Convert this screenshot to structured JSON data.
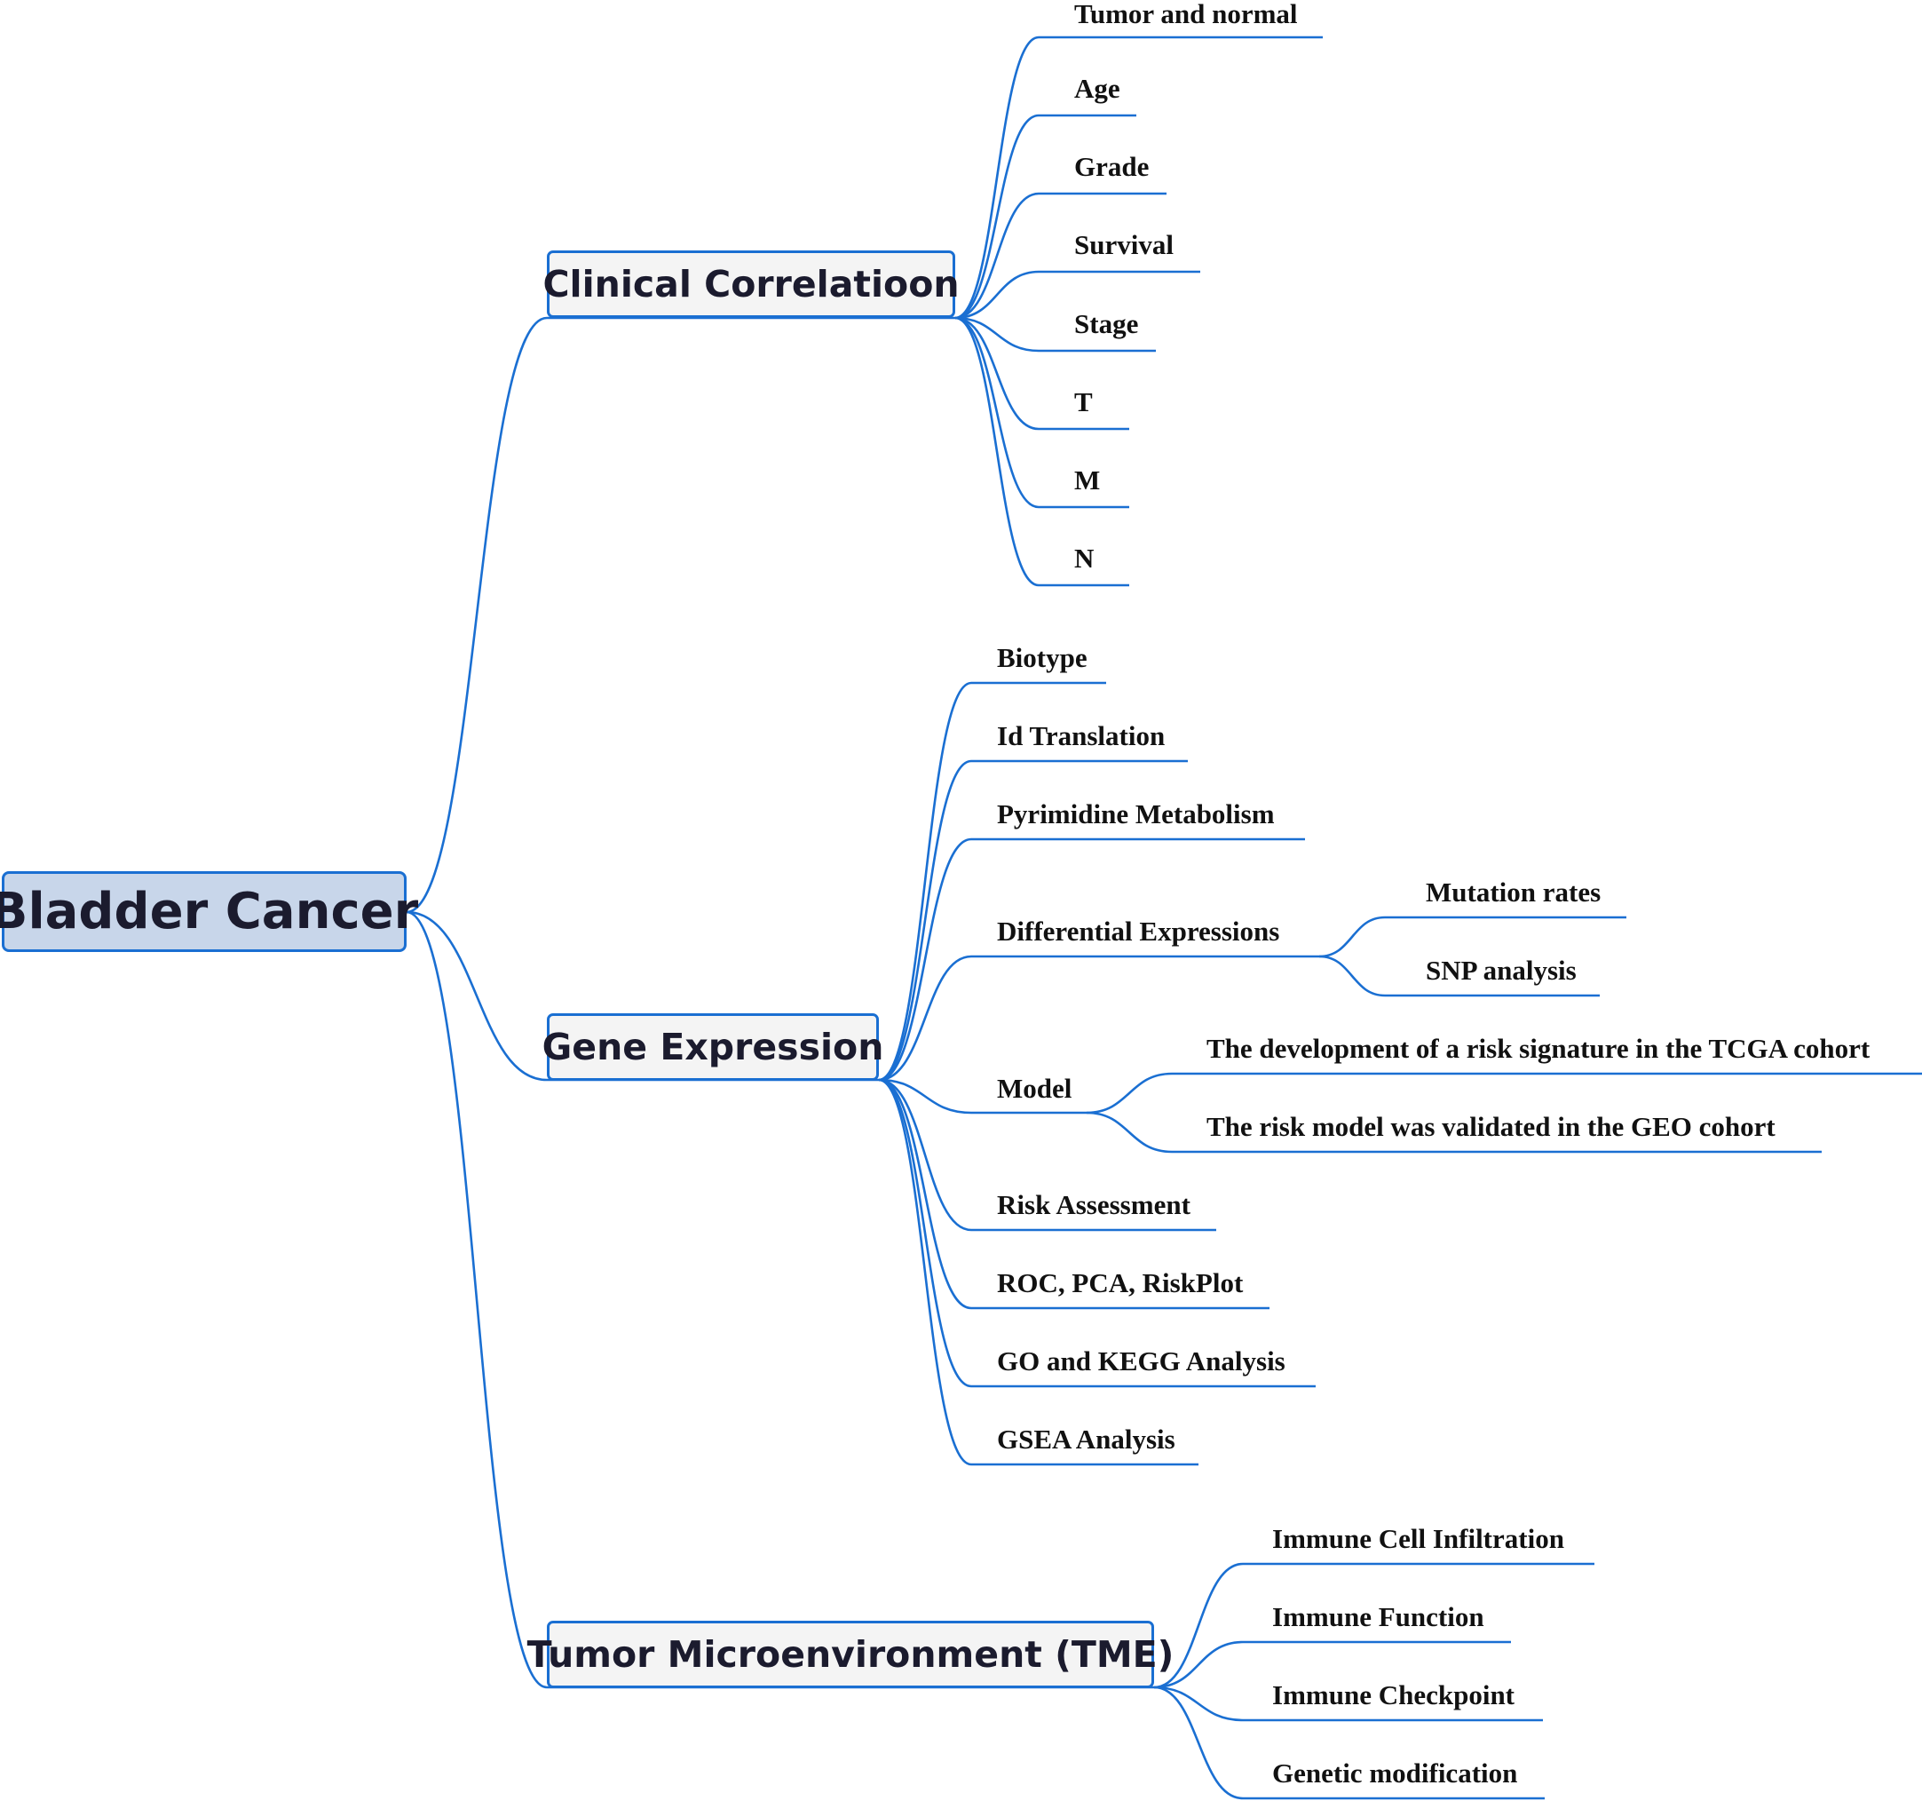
{
  "root": {
    "label": "Bladder Cancer"
  },
  "branches": [
    {
      "label": "Clinical Correlatioon",
      "children": [
        "Tumor and normal",
        "Age",
        "Grade",
        "Survival",
        "Stage",
        "T",
        "M",
        "N"
      ]
    },
    {
      "label": "Gene Expression",
      "children": [
        "Biotype",
        "Id Translation",
        "Pyrimidine Metabolism",
        "Differential Expressions",
        "Model",
        "Risk Assessment",
        "ROC, PCA, RiskPlot",
        "GO and KEGG Analysis",
        "GSEA Analysis"
      ],
      "sub": {
        "Differential Expressions": [
          "Mutation rates",
          "SNP analysis"
        ],
        "Model": [
          "The development of a risk signature in the TCGA cohort",
          "The risk model was validated in the GEO cohort"
        ]
      }
    },
    {
      "label": "Tumor Microenvironment (TME)",
      "children": [
        "Immune Cell Infiltration",
        "Immune Function",
        "Immune Checkpoint",
        "Genetic modification"
      ]
    }
  ],
  "colors": {
    "line": "#1a6fd2",
    "root_fill": "#c8d6ea",
    "branch_fill": "#f4f4f4",
    "text": "#111111"
  }
}
